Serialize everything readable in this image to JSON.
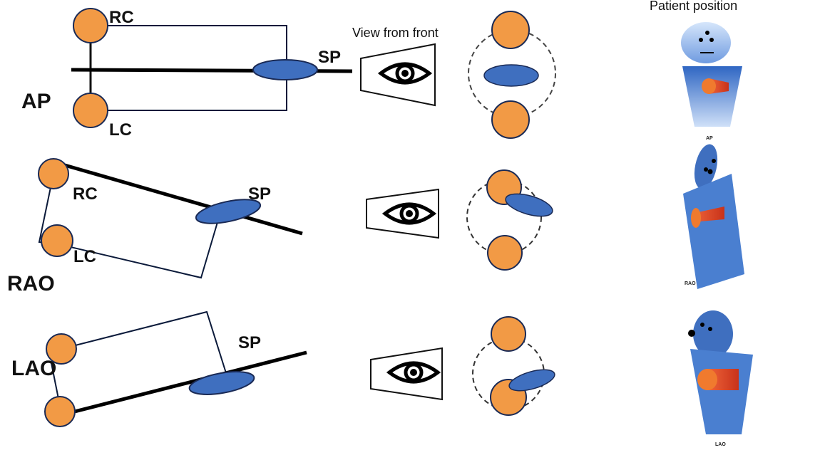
{
  "header": {
    "view_caption": "View from front",
    "patient_caption": "Patient position"
  },
  "rows": [
    {
      "view": "AP",
      "upper_cusp": "RC",
      "lower_cusp": "LC",
      "septum": "SP",
      "figure_caption": "AP"
    },
    {
      "view": "RAO",
      "upper_cusp": "RC",
      "lower_cusp": "LC",
      "septum": "SP",
      "figure_caption": "RAO"
    },
    {
      "view": "LAO",
      "septum": "SP",
      "figure_caption": "LAO"
    }
  ],
  "colors": {
    "cusp_orange": "#f29a45",
    "septum_blue": "#3f6fbf",
    "patient_blue": "#4a7fd0",
    "cone_red": "#e0522a",
    "line": "#111111"
  },
  "icons": {
    "eye": "eye-icon",
    "viewer_box": "trapezoid-viewfinder"
  }
}
